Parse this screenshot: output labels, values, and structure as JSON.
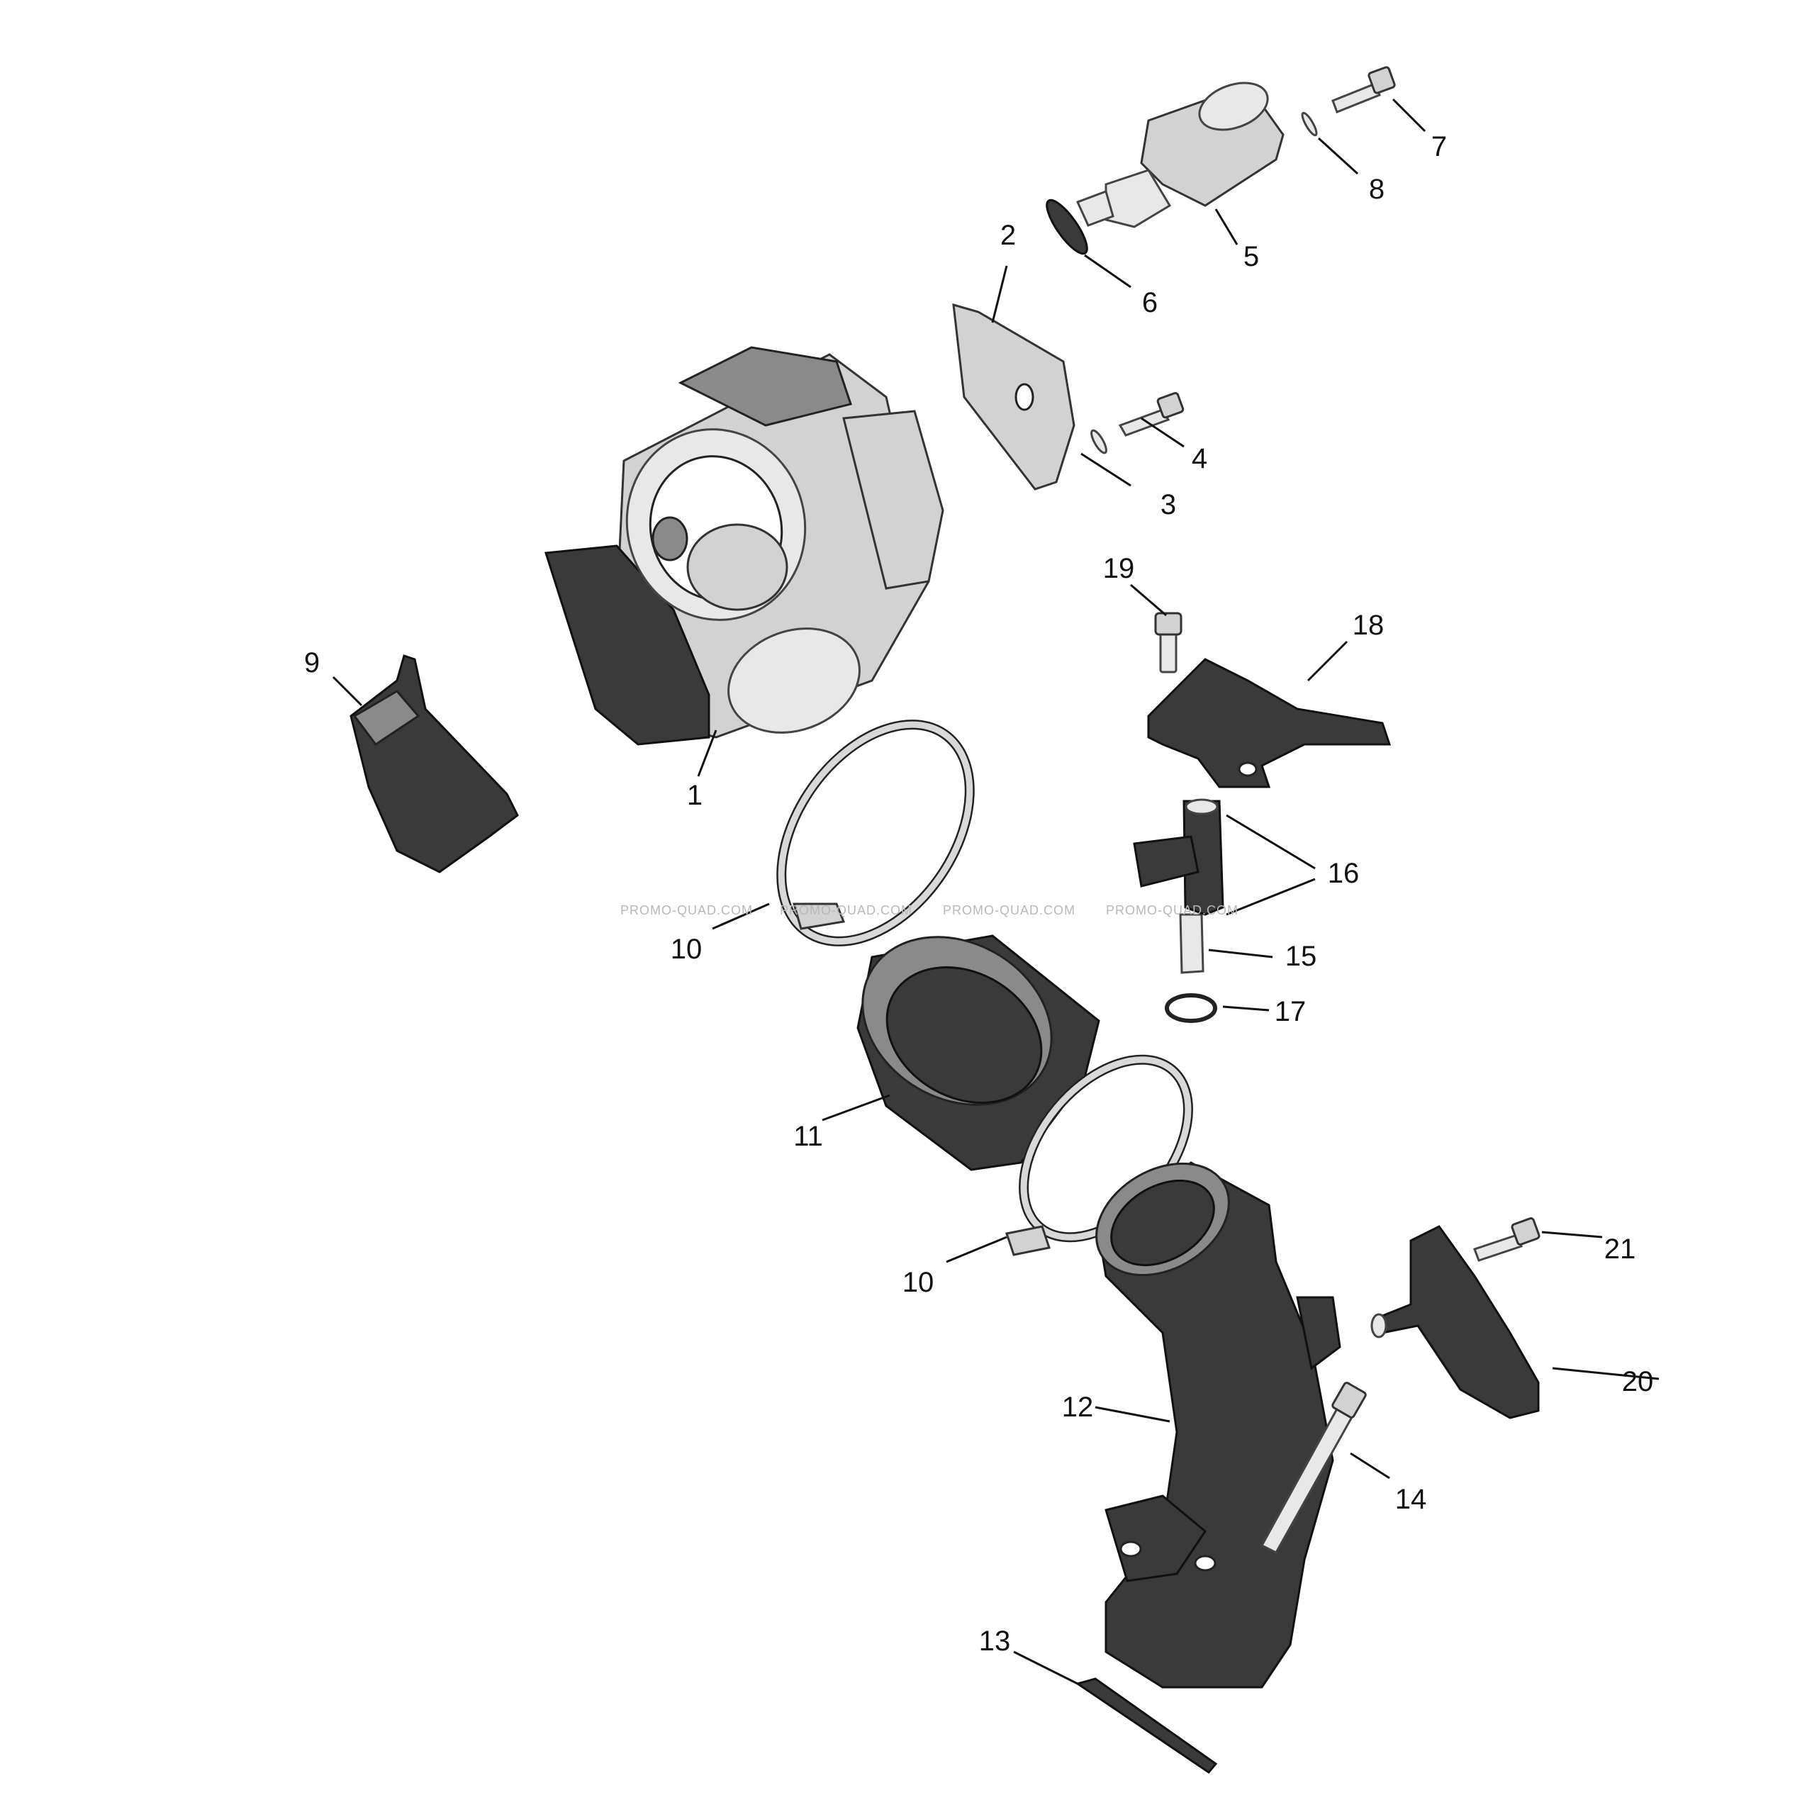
{
  "callouts": [
    {
      "id": "1",
      "label": "1"
    },
    {
      "id": "2",
      "label": "2"
    },
    {
      "id": "3",
      "label": "3"
    },
    {
      "id": "4",
      "label": "4"
    },
    {
      "id": "5",
      "label": "5"
    },
    {
      "id": "6",
      "label": "6"
    },
    {
      "id": "7",
      "label": "7"
    },
    {
      "id": "8",
      "label": "8"
    },
    {
      "id": "9",
      "label": "9"
    },
    {
      "id": "10a",
      "label": "10"
    },
    {
      "id": "10b",
      "label": "10"
    },
    {
      "id": "11",
      "label": "11"
    },
    {
      "id": "12",
      "label": "12"
    },
    {
      "id": "13",
      "label": "13"
    },
    {
      "id": "14",
      "label": "14"
    },
    {
      "id": "15",
      "label": "15"
    },
    {
      "id": "16",
      "label": "16"
    },
    {
      "id": "17",
      "label": "17"
    },
    {
      "id": "18",
      "label": "18"
    },
    {
      "id": "19",
      "label": "19"
    },
    {
      "id": "20",
      "label": "20"
    },
    {
      "id": "21",
      "label": "21"
    }
  ],
  "watermark": "PROMO-QUAD.COM",
  "colors": {
    "background": "#ffffff",
    "line": "#111111",
    "watermark": "#b8b8b8"
  }
}
